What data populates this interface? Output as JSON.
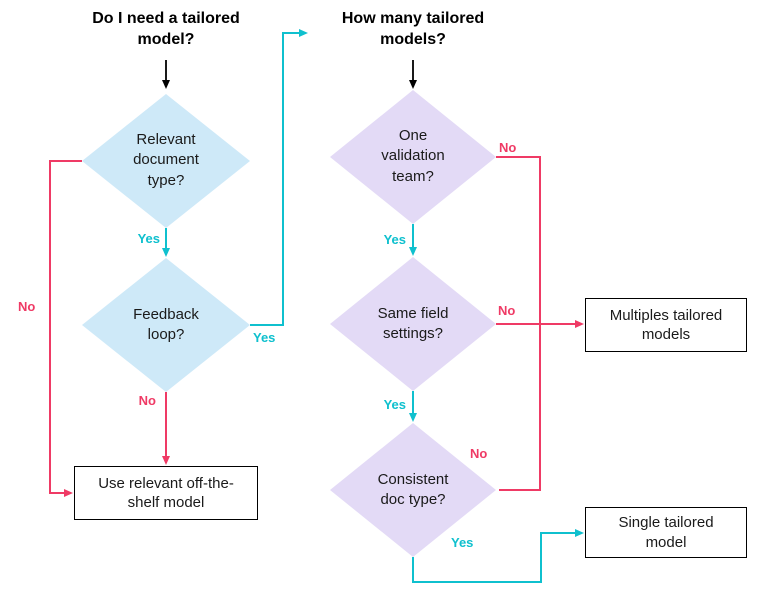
{
  "left_chart": {
    "title": "Do I need a tailored\nmodel?",
    "question1": "Relevant\ndocument\ntype?",
    "question2": "Feedback\nloop?",
    "result": "Use relevant off-the-\nshelf model"
  },
  "right_chart": {
    "title": "How many tailored\nmodels?",
    "question1": "One\nvalidation\nteam?",
    "question2": "Same field\nsettings?",
    "question3": "Consistent\ndoc type?",
    "result_multiple": "Multiples tailored\nmodels",
    "result_single": "Single tailored\nmodel"
  },
  "labels": {
    "yes": "Yes",
    "no": "No"
  },
  "colors": {
    "teal": "#0fc0ce",
    "pink": "#ef3a65",
    "blue_fill": "#cee9f8",
    "purple_fill": "#e3daf6",
    "box_border": "#000000"
  }
}
